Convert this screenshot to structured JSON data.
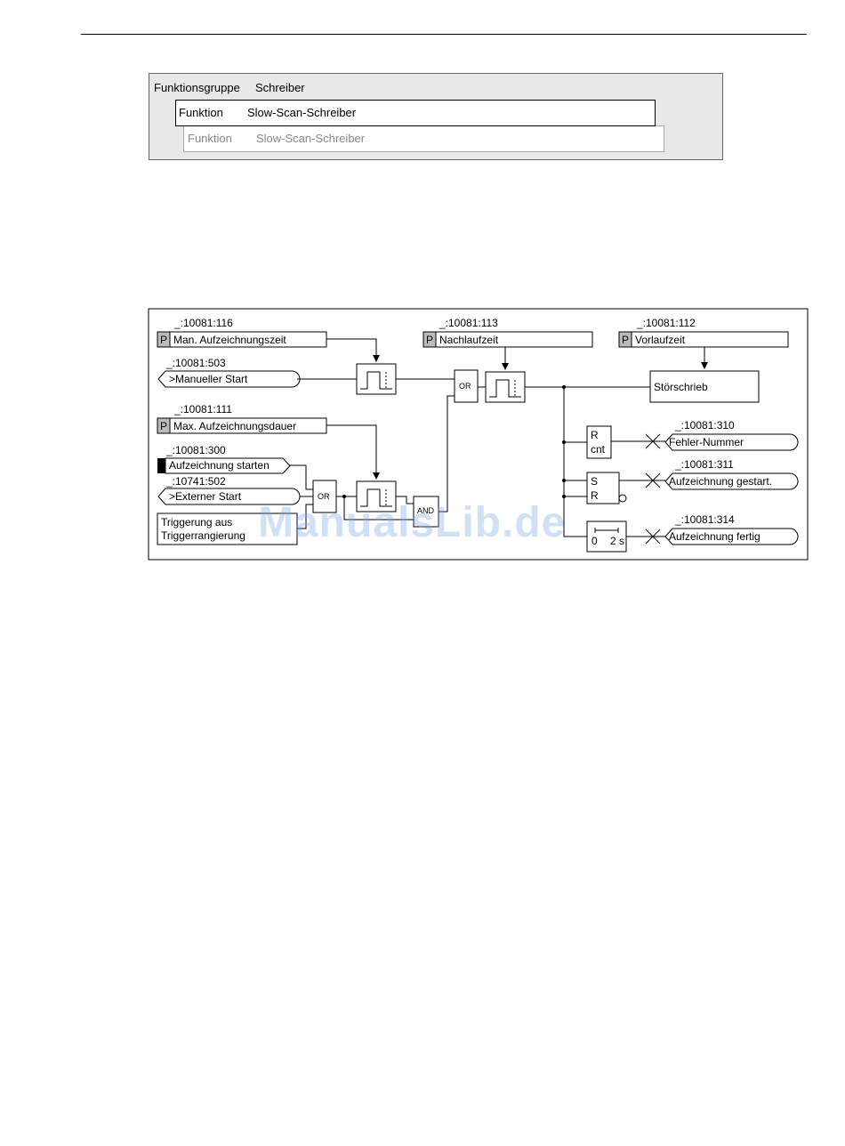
{
  "function_group": {
    "label": "Funktionsgruppe",
    "value": "Schreiber",
    "function_label": "Funktion",
    "function_value": "Slow-Scan-Schreiber",
    "function_label_2": "Funktion",
    "function_value_2": "Slow-Scan-Schreiber"
  },
  "diagram": {
    "param_man": {
      "address": "_:10081:116",
      "badge": "P",
      "label": "Man. Aufzeichnungszeit"
    },
    "param_nach": {
      "address": "_:10081:113",
      "badge": "P",
      "label": "Nachlaufzeit"
    },
    "param_vor": {
      "address": "_:10081:112",
      "badge": "P",
      "label": "Vorlaufzeit"
    },
    "in_manual": {
      "address": "_:10081:503",
      "label": ">Manueller Start"
    },
    "param_max": {
      "address": "_:10081:111",
      "badge": "P",
      "label": "Max. Aufzeichnungsdauer"
    },
    "in_record": {
      "address": "_:10081:300",
      "label": "Aufzeichnung starten"
    },
    "in_external": {
      "address": "_:10741:502",
      "label": ">Externer Start"
    },
    "trigger_line1": "Triggerung aus",
    "trigger_line2": "Triggerrangierung",
    "gate_or": "OR",
    "gate_or2": "OR",
    "gate_and": "AND",
    "stoer": "Störschrieb",
    "cnt_r": "R",
    "cnt_label": "cnt",
    "sr_s": "S",
    "sr_r": "R",
    "timer_0": "0",
    "timer_2s": "2 s",
    "out_error": {
      "address": "_:10081:310",
      "label": "Fehler-Nummer"
    },
    "out_started": {
      "address": "_:10081:311",
      "label": "Aufzeichnung gestart."
    },
    "out_done": {
      "address": "_:10081:314",
      "label": "Aufzeichnung fertig"
    }
  },
  "watermark": "ManualsLib.de"
}
